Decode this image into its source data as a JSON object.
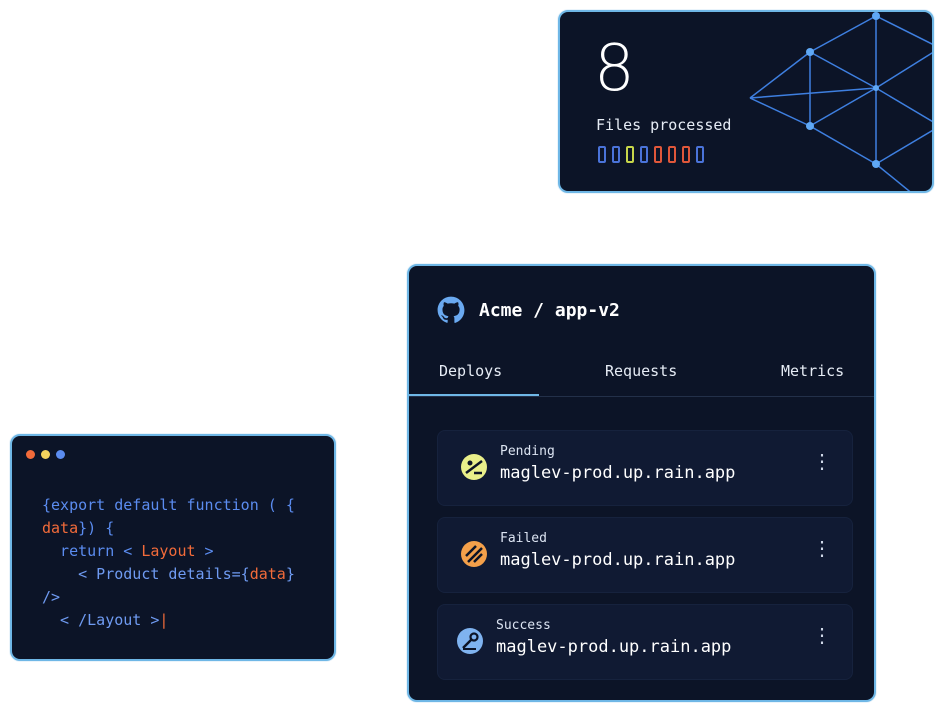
{
  "stats": {
    "count": "8",
    "label": "Files processed",
    "bar_colors": [
      "#4a73d9",
      "#4a73d9",
      "#c7d64a",
      "#4a73d9",
      "#e0573a",
      "#e0573a",
      "#e0573a",
      "#4a73d9"
    ]
  },
  "code": {
    "dots": [
      "#f26b3a",
      "#f4d35e",
      "#5b8cf0"
    ],
    "lines": [
      [
        {
          "t": "{export default function ( {",
          "c": "kw"
        }
      ],
      [
        {
          "t": "data",
          "c": "or"
        },
        {
          "t": "}) {",
          "c": "kw"
        }
      ],
      [
        {
          "t": "  return < ",
          "c": "kw"
        },
        {
          "t": "Layout",
          "c": "or"
        },
        {
          "t": " >",
          "c": "kw"
        }
      ],
      [
        {
          "t": "    < Product details={",
          "c": "tx"
        },
        {
          "t": "data",
          "c": "or"
        },
        {
          "t": "}",
          "c": "tx"
        }
      ],
      [
        {
          "t": "/>",
          "c": "tx"
        }
      ],
      [
        {
          "t": "  < /Layout >",
          "c": "tx"
        },
        {
          "t": "|",
          "c": "or"
        }
      ]
    ]
  },
  "repo": {
    "icon": "github-icon",
    "title": "Acme / app-v2",
    "tabs": [
      "Deploys",
      "Requests",
      "Metrics"
    ],
    "deploys": [
      {
        "status": "Pending",
        "host": "maglev-prod.up.rain.app",
        "color": "#e9ef8a"
      },
      {
        "status": "Failed",
        "host": "maglev-prod.up.rain.app",
        "color": "#f4a04a"
      },
      {
        "status": "Success",
        "host": "maglev-prod.up.rain.app",
        "color": "#7fb3f0"
      }
    ],
    "more_symbol": "⋮"
  }
}
